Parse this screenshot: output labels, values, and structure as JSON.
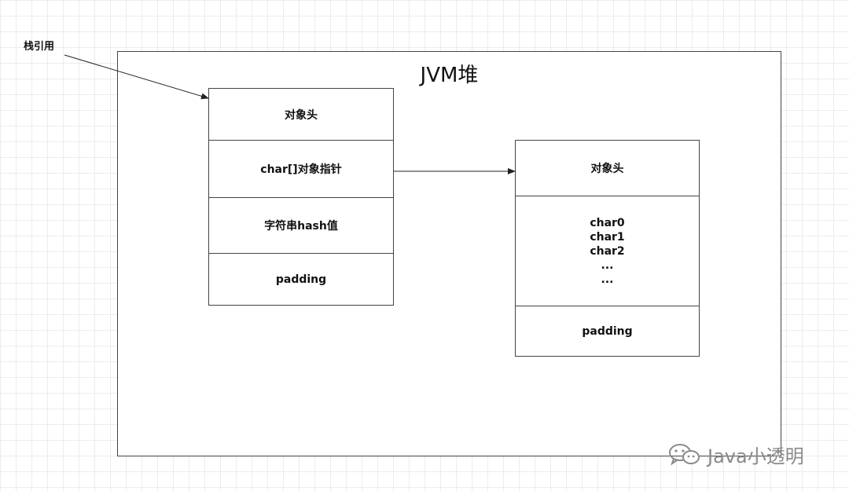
{
  "stack_reference_label": "栈引用",
  "heap": {
    "title": "JVM堆"
  },
  "string_object": {
    "fields": [
      "对象头",
      "char[]对象指针",
      "字符串hash值",
      "padding"
    ]
  },
  "char_array_object": {
    "header": "对象头",
    "elements": [
      "char0",
      "char1",
      "char2",
      "...",
      "..."
    ],
    "padding": "padding"
  },
  "watermark": {
    "text": "Java小透明",
    "icon": "wechat-icon"
  },
  "colors": {
    "border": "#444444",
    "grid": "#ececec",
    "watermark": "#8a8a8a"
  }
}
